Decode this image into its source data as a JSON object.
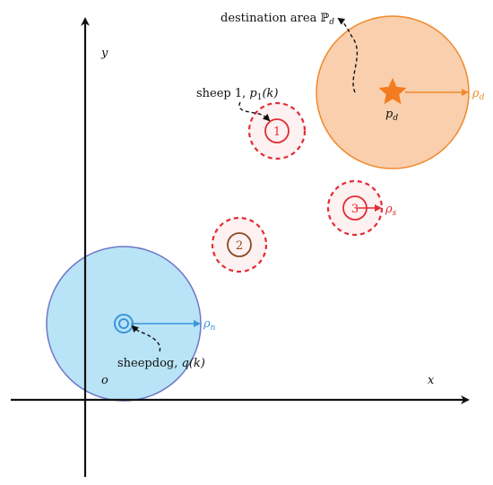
{
  "axes": {
    "x_label": "x",
    "y_label": "y",
    "origin_label": "o"
  },
  "destination": {
    "label_text": "destination area ",
    "label_symbol": "ℙ",
    "label_sub": "d",
    "point_label": "p",
    "point_sub": "d",
    "radius_label": "ρ",
    "radius_sub": "d",
    "fill_color": "#f9cfae",
    "stroke_color": "#f08a2c",
    "star_color": "#f37b20"
  },
  "sheepdog": {
    "label_text": "sheepdog, ",
    "label_symbol": "q",
    "label_arg": "(k)",
    "radius_label": "ρ",
    "radius_sub": "n",
    "fill_color": "#b5e2f5",
    "stroke_color": "#6d77c7",
    "accent_color": "#3a96d9"
  },
  "sheep": [
    {
      "id": "1",
      "ring_color": "#e32c33"
    },
    {
      "id": "2",
      "ring_color": "#8a4a23"
    },
    {
      "id": "3",
      "ring_color": "#e32c33"
    }
  ],
  "sheep_annotation": {
    "label_text": "sheep 1, ",
    "label_symbol": "p",
    "label_sub": "1",
    "label_arg": "(k)"
  },
  "sheep_radius": {
    "radius_label": "ρ",
    "radius_sub": "s",
    "color": "#e32c33"
  }
}
